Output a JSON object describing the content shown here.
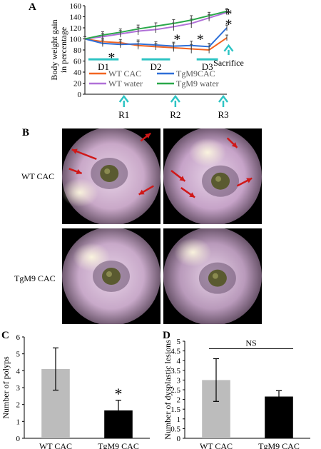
{
  "panels": {
    "a": "A",
    "b": "B",
    "c": "C",
    "d": "D"
  },
  "panel_a": {
    "chart_data": {
      "type": "line",
      "x": [
        0,
        1,
        2,
        3,
        4,
        5,
        6,
        7,
        8
      ],
      "ylabel": "Body weight gain in percentage",
      "ylim": [
        0,
        160
      ],
      "yticks": [
        0,
        20,
        40,
        60,
        80,
        100,
        120,
        140,
        160
      ],
      "series": [
        {
          "name": "WT CAC",
          "color": "#f26522",
          "values": [
            100,
            95,
            93,
            88,
            86,
            84,
            82,
            80,
            102
          ]
        },
        {
          "name": "TgM9CAC",
          "color": "#2e6fd8",
          "values": [
            100,
            92,
            90,
            91,
            89,
            87,
            88,
            86,
            120
          ]
        },
        {
          "name": "WT water",
          "color": "#b070d8",
          "values": [
            100,
            104,
            109,
            114,
            117,
            122,
            128,
            138,
            148
          ]
        },
        {
          "name": "TgM9 water",
          "color": "#2aa84a",
          "values": [
            100,
            107,
            112,
            118,
            123,
            128,
            134,
            142,
            150
          ]
        }
      ],
      "error": [
        4,
        6,
        6,
        7,
        6,
        7,
        8,
        6,
        5
      ],
      "dss_periods": [
        {
          "label": "D1",
          "from": 0.2,
          "to": 1.9
        },
        {
          "label": "D2",
          "from": 3.2,
          "to": 4.8
        },
        {
          "label": "D3",
          "from": 6.3,
          "to": 7.5
        }
      ],
      "recovery": [
        {
          "label": "R1",
          "x": 2.2
        },
        {
          "label": "R2",
          "x": 5.1
        },
        {
          "label": "R3",
          "x": 7.8
        }
      ],
      "sacrifice": {
        "label": "Sacrifice",
        "x": 8.1
      },
      "asterisks": [
        {
          "x": 1.5,
          "y": 67
        },
        {
          "x": 5.2,
          "y": 100
        },
        {
          "x": 6.5,
          "y": 100
        },
        {
          "x": 8.1,
          "y": 127
        },
        {
          "x": 8.1,
          "y": 146
        }
      ],
      "arrow_color": "#2ec4c4"
    }
  },
  "panel_b": {
    "row1_label": "WT CAC",
    "row2_label": "TgM9 CAC",
    "arrow_color": "#d01818"
  },
  "panel_c": {
    "chart_data": {
      "type": "bar",
      "categories": [
        "WT CAC",
        "TgM9 CAC"
      ],
      "values": [
        4.1,
        1.65
      ],
      "errors": [
        1.25,
        0.6
      ],
      "colors": [
        "#bcbcbc",
        "#000000"
      ],
      "ylabel": "Number of polyps",
      "ylim": [
        0,
        6
      ],
      "yticks": [
        0,
        1,
        2,
        3,
        4,
        5,
        6
      ],
      "annotation": "*"
    }
  },
  "panel_d": {
    "chart_data": {
      "type": "bar",
      "categories": [
        "WT CAC",
        "TgM9 CAC"
      ],
      "values": [
        3.0,
        2.15
      ],
      "errors": [
        1.1,
        0.3
      ],
      "colors": [
        "#bcbcbc",
        "#000000"
      ],
      "ylabel": "Number of dysplastic lesions",
      "ylim": [
        0,
        5
      ],
      "yticks": [
        0,
        0.5,
        1,
        1.5,
        2,
        2.5,
        3,
        3.5,
        4,
        4.5,
        5
      ],
      "annotation": "NS"
    }
  }
}
